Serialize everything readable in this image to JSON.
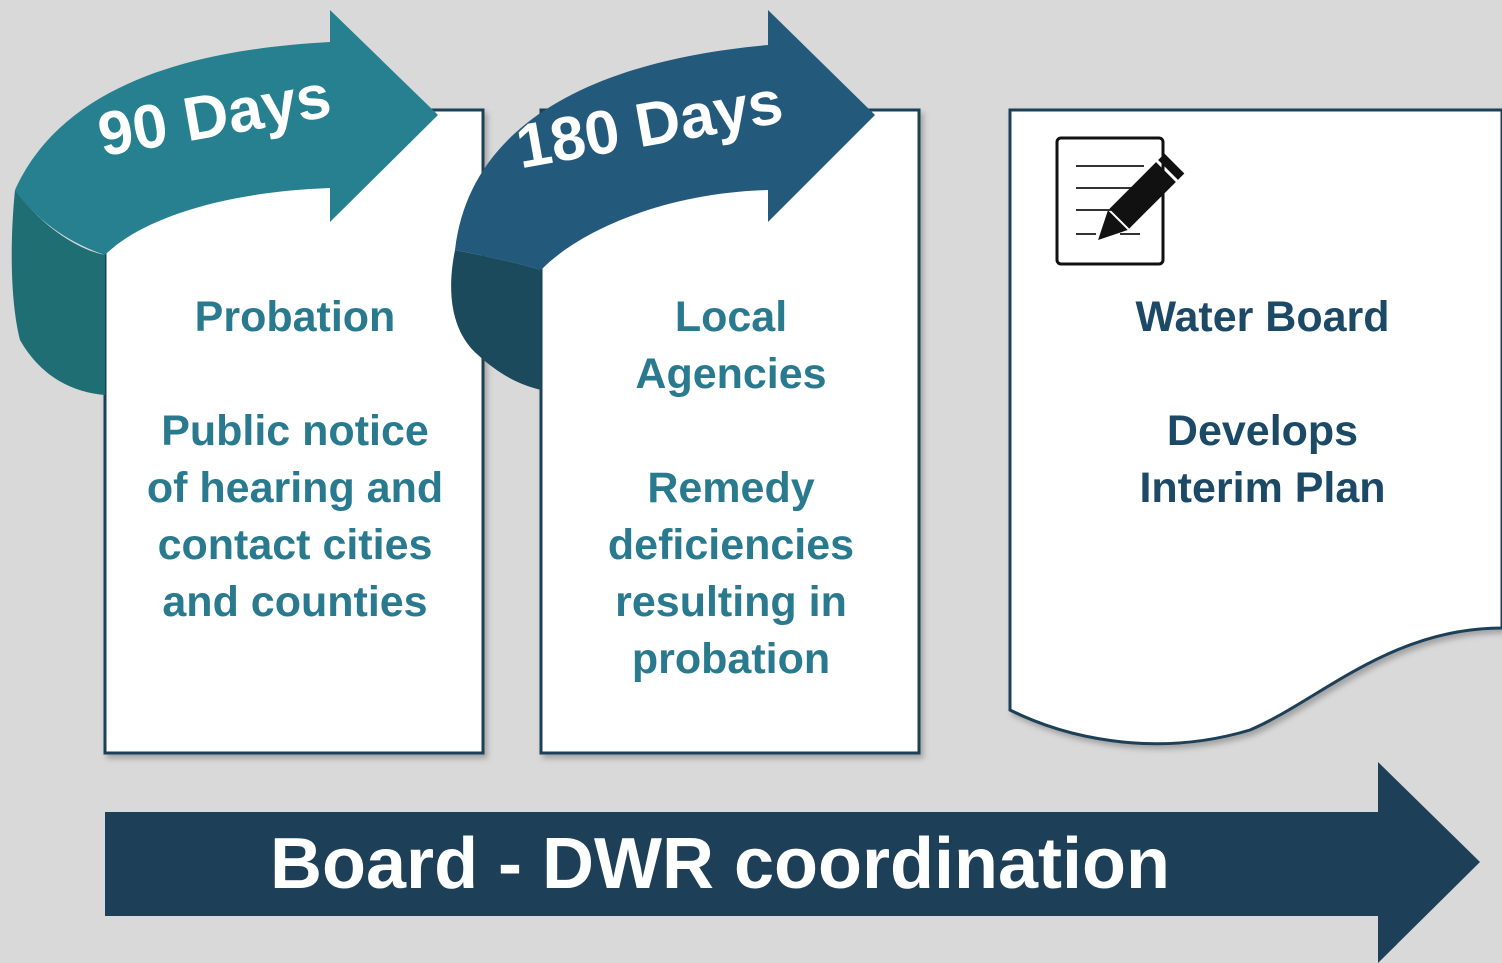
{
  "colors": {
    "background": "#d9d9d9",
    "teal": "#26808f",
    "teal_dark": "#1f6e74",
    "navy": "#235a7c",
    "navy_dark": "#1b4a5c",
    "card_text_teal": "#2a7a8f",
    "card_text_navy": "#1c4a66",
    "bottom_arrow": "#1e3f58"
  },
  "arrows": {
    "first_label": "90 Days",
    "second_label": "180 Days"
  },
  "cards": {
    "probation": {
      "title": "Probation",
      "body": [
        "Public notice",
        "of hearing and",
        "contact cities",
        "and counties"
      ]
    },
    "local_agencies": {
      "title": [
        "Local",
        "Agencies"
      ],
      "body": [
        "Remedy",
        "deficiencies",
        "resulting in",
        "probation"
      ]
    },
    "water_board": {
      "icon": "document-pencil-icon",
      "title": "Water Board",
      "body": [
        "Develops",
        "Interim Plan"
      ]
    }
  },
  "bottom_arrow": {
    "label": "Board - DWR coordination"
  }
}
